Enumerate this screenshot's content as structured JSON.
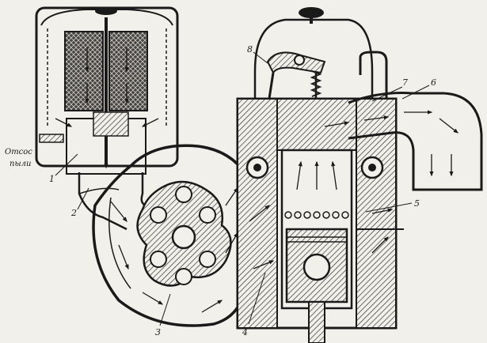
{
  "side_label": {
    "line1": "Отсос",
    "line2": "пыли"
  },
  "callouts": [
    {
      "id": "1",
      "text": "1"
    },
    {
      "id": "2",
      "text": "2"
    },
    {
      "id": "3",
      "text": "3"
    },
    {
      "id": "4",
      "text": "4"
    },
    {
      "id": "5",
      "text": "5"
    },
    {
      "id": "6",
      "text": "6"
    },
    {
      "id": "7",
      "text": "7"
    },
    {
      "id": "8",
      "text": "8"
    }
  ],
  "colors": {
    "ink": "#1a1a1a",
    "hatch": "#3a3a3a",
    "paper": "#f2f0ea"
  }
}
